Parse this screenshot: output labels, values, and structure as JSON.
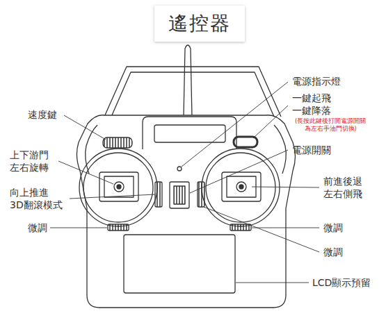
{
  "diagram": {
    "title": "遙控器",
    "labels": [
      "電源指示燈",
      "速度鍵",
      "一鍵起飛 一鍵降落",
      "(長按此鍵後打開電源開關 為左右手油門切換)",
      "上下游門 左右旋轉",
      "電源開關",
      "前進後退 左右側飛",
      "向上推進 3D翻滾模式",
      "微調",
      "微調",
      "微調",
      "LCD顯示預留"
    ]
  }
}
